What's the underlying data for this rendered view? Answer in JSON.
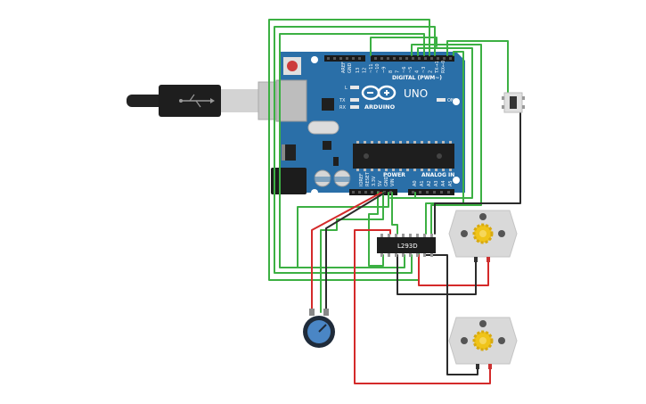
{
  "board": {
    "brand": "ARDUINO",
    "model": "UNO",
    "digital_label": "DIGITAL (PWM~)",
    "power_label": "POWER",
    "analog_label": "ANALOG IN",
    "on_label": "ON",
    "tx_label": "TX",
    "rx_label": "RX",
    "l_label": "L",
    "ioref_label": "IOREF",
    "reset_label": "RESET",
    "v33_label": "3.3V",
    "v5_label": "5V",
    "gnd_label": "GND",
    "vin_label": "VIN",
    "aref_label": "AREF",
    "a_pins": [
      "A0",
      "A1",
      "A2",
      "A3",
      "A4",
      "A5"
    ],
    "d_pins": [
      "13",
      "12",
      "~11",
      "~10",
      "~9",
      "8",
      "7",
      "~6",
      "~5",
      "4",
      "~3",
      "2",
      "TX→1",
      "RX←0"
    ]
  },
  "driver": {
    "label": "L293D"
  },
  "colors": {
    "board": "#2a6fa8",
    "wire_green": "#3cb043",
    "wire_red": "#d42a2a",
    "wire_black": "#2b2b2b",
    "motor_body": "#d9d9d9",
    "motor_gear": "#f0c419",
    "pot_knob": "#4a86c5"
  }
}
